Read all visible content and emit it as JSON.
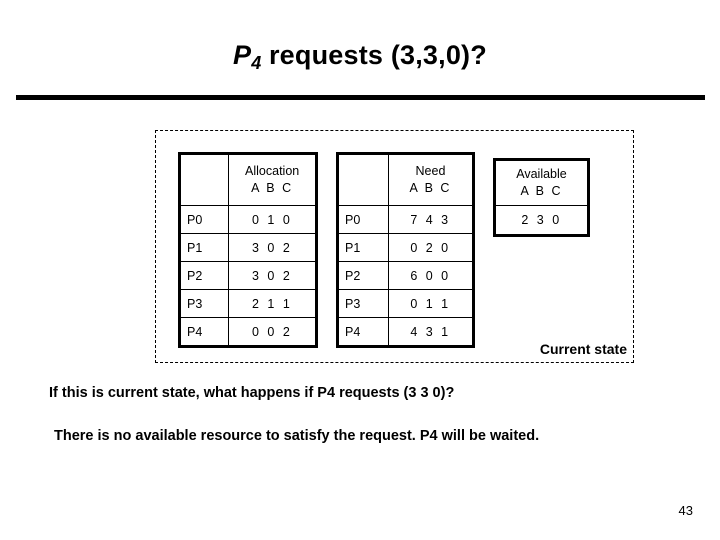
{
  "slide": {
    "title": {
      "process": "P",
      "subscript": "4",
      "rest": " requests (3,3,0)?"
    },
    "page_number": "43"
  },
  "state_group": {
    "caption": "Current state"
  },
  "tables": {
    "allocation": {
      "name": "Allocation",
      "resources": "A B C",
      "rows": [
        {
          "process": "P0",
          "values": "0 1 0"
        },
        {
          "process": "P1",
          "values": "3 0 2"
        },
        {
          "process": "P2",
          "values": "3 0 2"
        },
        {
          "process": "P3",
          "values": "2 1 1"
        },
        {
          "process": "P4",
          "values": "0 0 2"
        }
      ]
    },
    "need": {
      "name": "Need",
      "resources": "A B C",
      "rows": [
        {
          "process": "P0",
          "values": "7 4 3"
        },
        {
          "process": "P1",
          "values": "0 2 0"
        },
        {
          "process": "P2",
          "values": "6 0 0"
        },
        {
          "process": "P3",
          "values": "0 1 1"
        },
        {
          "process": "P4",
          "values": "4 3 1"
        }
      ]
    },
    "available": {
      "name": "Available",
      "resources": "A B C",
      "values": "2 3 0"
    }
  },
  "body": {
    "question": "If this is current state, what happens if  P4  requests  (3 3 0)?",
    "answer": "There is no available resource to satisfy the request. P4 will be waited."
  }
}
